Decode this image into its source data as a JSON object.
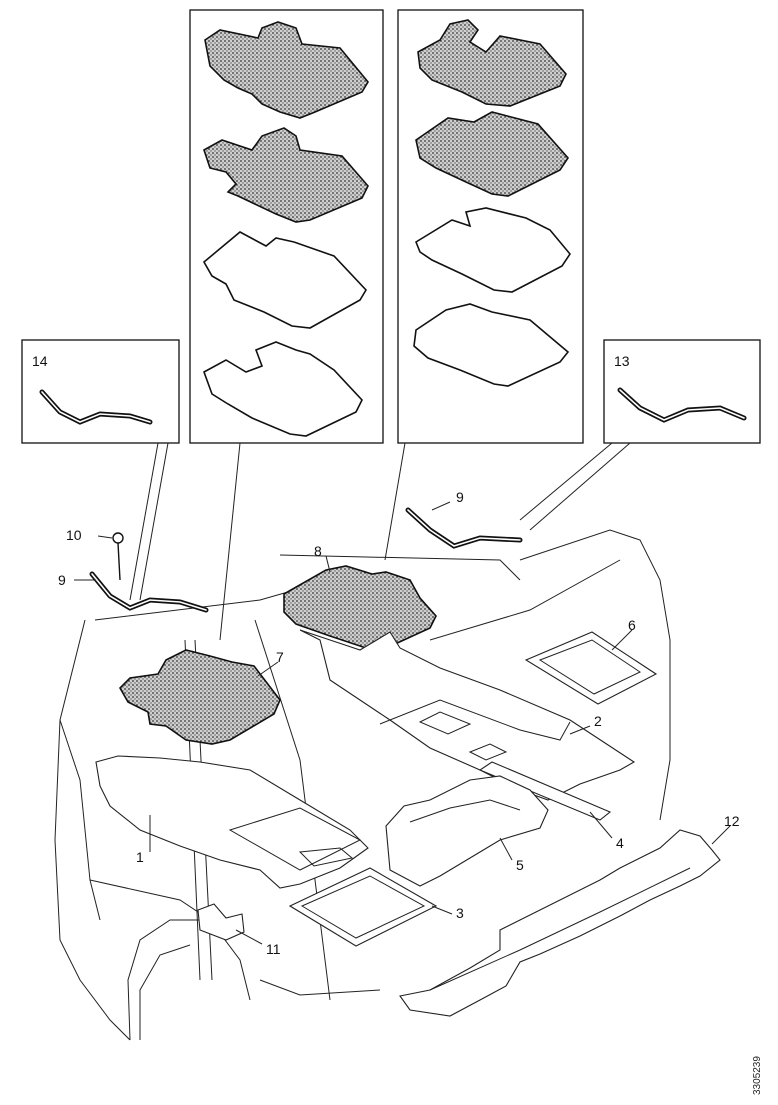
{
  "labels": {
    "c1": "1",
    "c2": "2",
    "c3": "3",
    "c4": "4",
    "c5": "5",
    "c6": "6",
    "c7": "7",
    "c8": "8",
    "c9a": "9",
    "c9b": "9",
    "c10": "10",
    "c11": "11",
    "c12": "12",
    "c13": "13",
    "c14": "14"
  },
  "doc_id": "3305239"
}
